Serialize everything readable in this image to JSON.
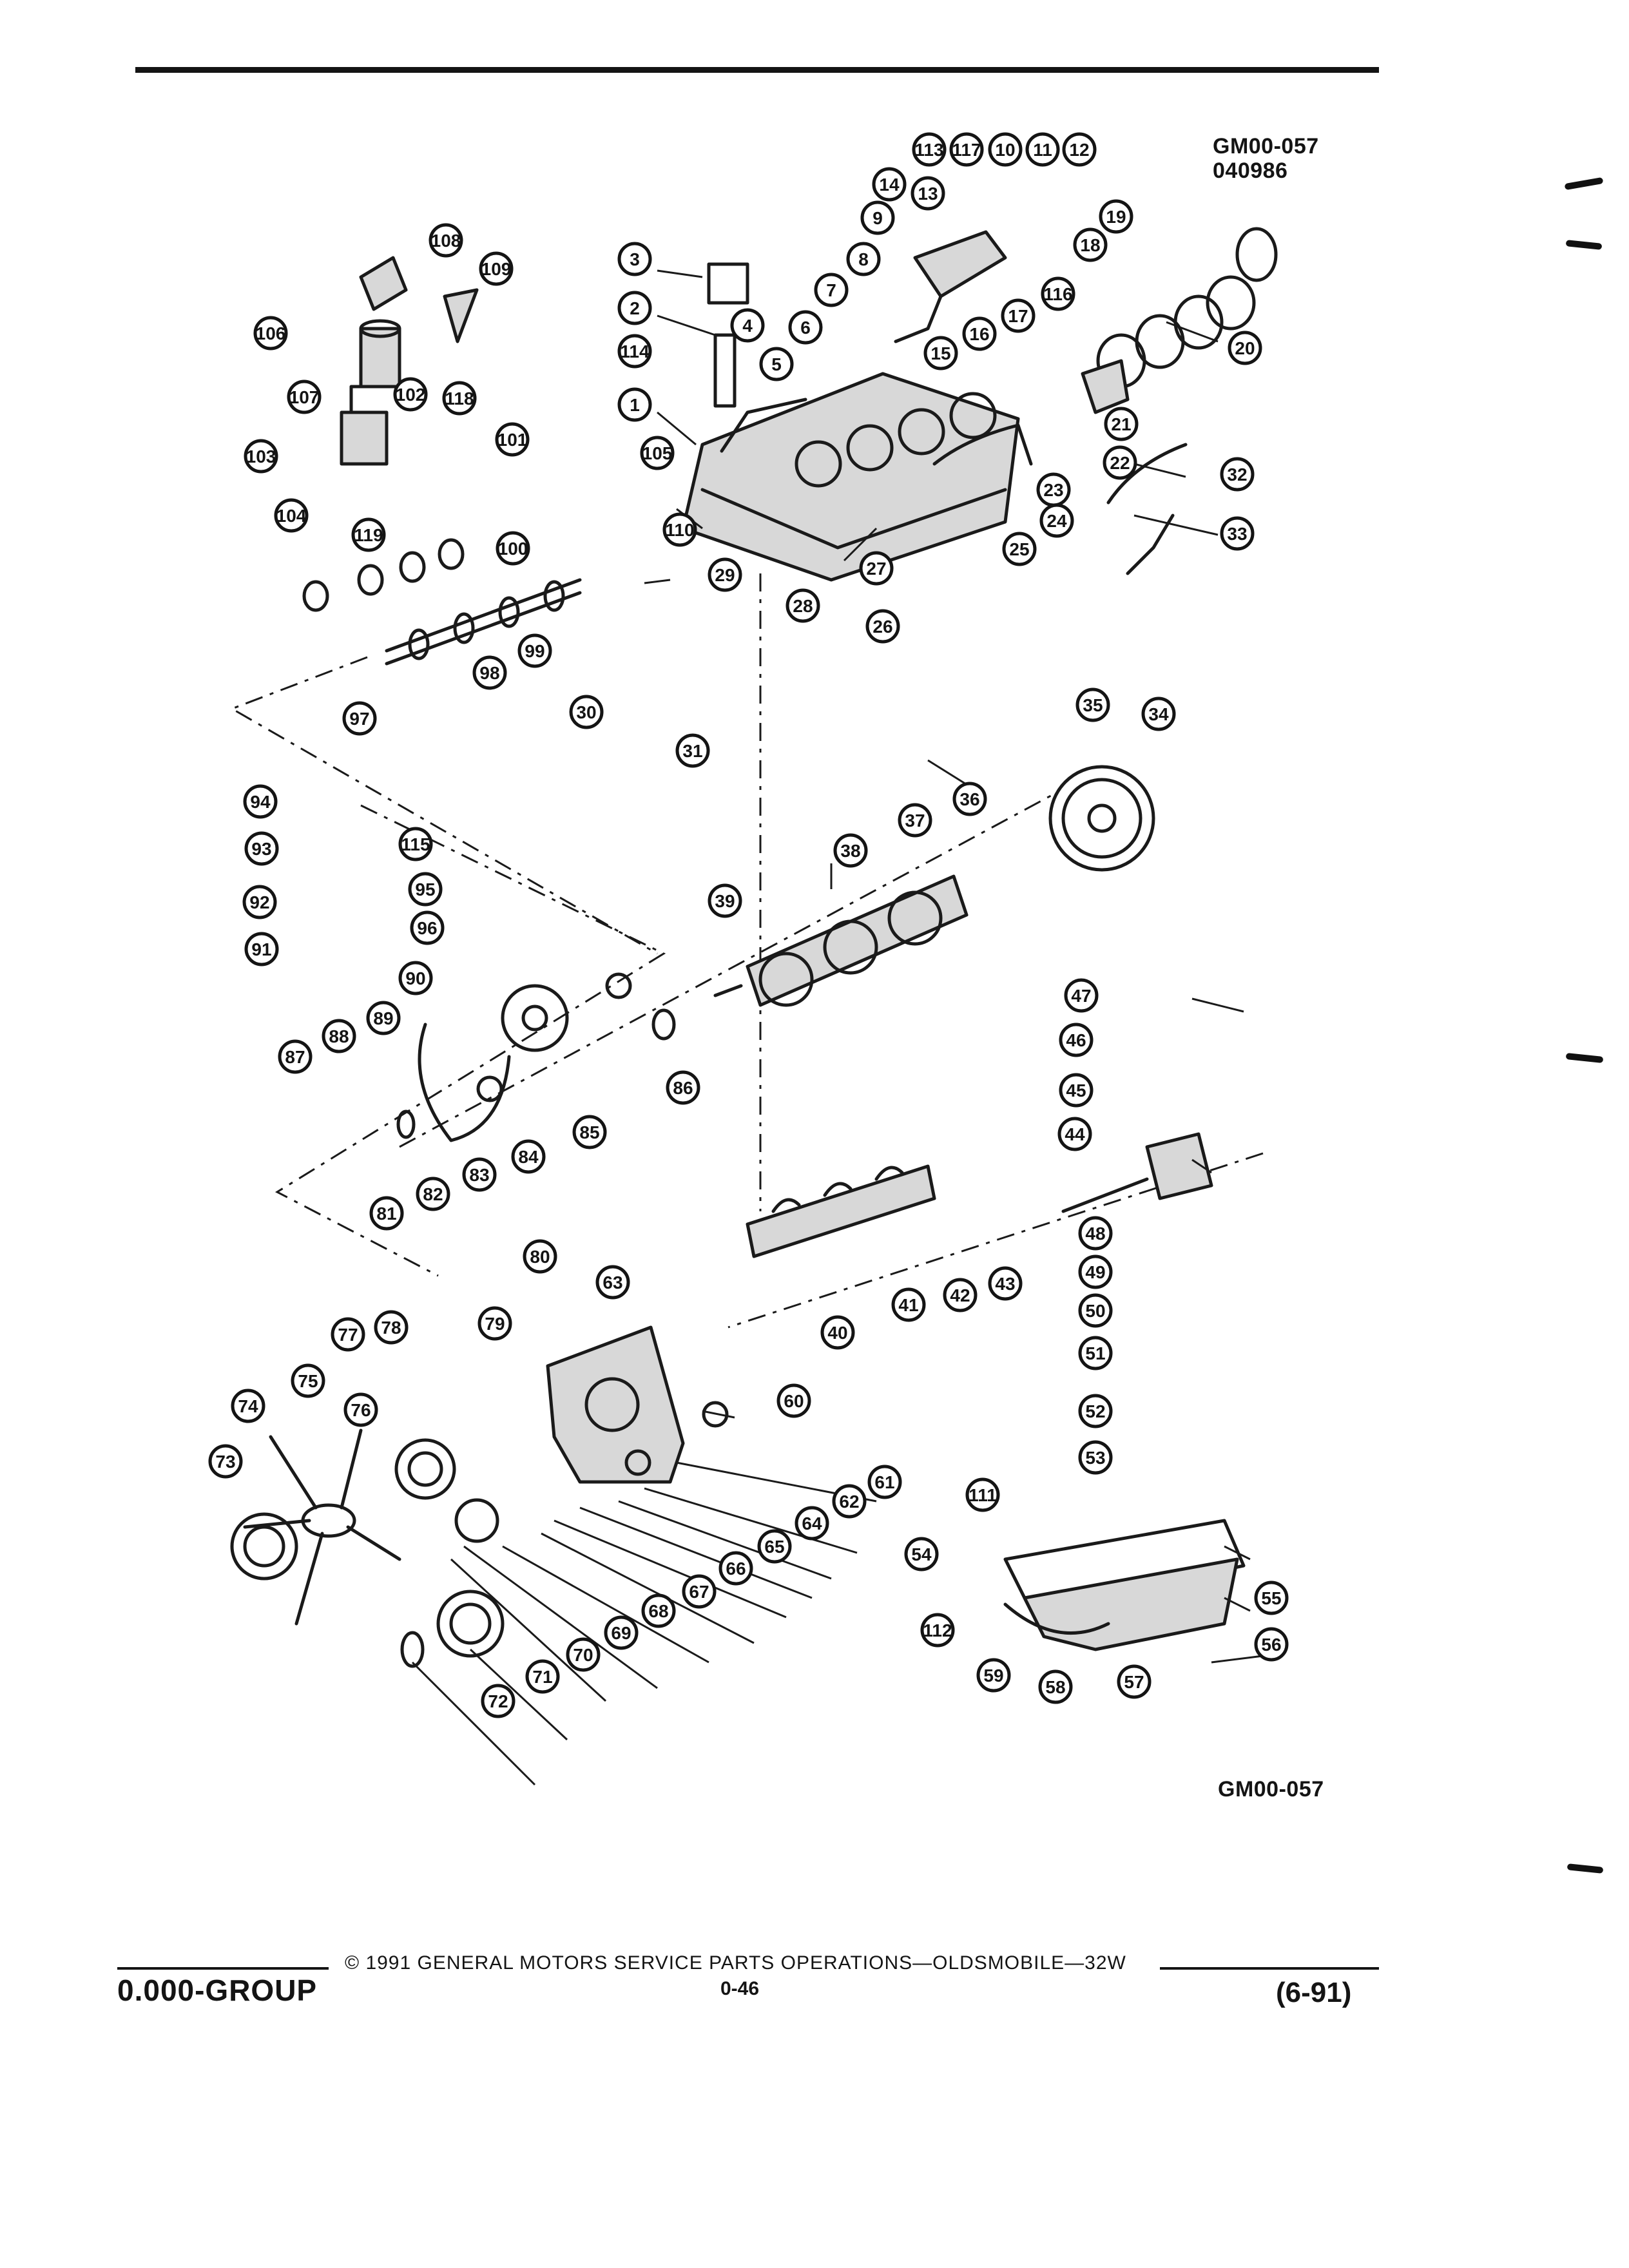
{
  "header": {
    "figure_code": "GM00-057",
    "date_code": "040986"
  },
  "figure": {
    "caption_code": "GM00-057",
    "callouts": [
      "1",
      "2",
      "3",
      "4",
      "5",
      "6",
      "7",
      "8",
      "9",
      "10",
      "11",
      "12",
      "13",
      "14",
      "15",
      "16",
      "17",
      "18",
      "19",
      "20",
      "21",
      "22",
      "23",
      "24",
      "25",
      "26",
      "27",
      "28",
      "29",
      "30",
      "31",
      "32",
      "33",
      "34",
      "35",
      "36",
      "37",
      "38",
      "39",
      "40",
      "41",
      "42",
      "43",
      "44",
      "45",
      "46",
      "47",
      "48",
      "49",
      "50",
      "51",
      "52",
      "53",
      "54",
      "55",
      "56",
      "57",
      "58",
      "59",
      "60",
      "61",
      "62",
      "63",
      "64",
      "65",
      "66",
      "67",
      "68",
      "69",
      "70",
      "71",
      "72",
      "73",
      "74",
      "75",
      "76",
      "77",
      "78",
      "79",
      "80",
      "81",
      "82",
      "83",
      "84",
      "85",
      "86",
      "87",
      "88",
      "89",
      "90",
      "91",
      "92",
      "93",
      "94",
      "95",
      "96",
      "97",
      "98",
      "99",
      "100",
      "101",
      "102",
      "103",
      "104",
      "105",
      "106",
      "107",
      "108",
      "109",
      "110",
      "111",
      "112",
      "113",
      "114",
      "115",
      "116",
      "117",
      "118",
      "119"
    ]
  },
  "footer": {
    "group": "0.000-GROUP",
    "copyright": "© 1991 GENERAL MOTORS SERVICE PARTS OPERATIONS—OLDSMOBILE—32W",
    "page": "0-46",
    "date": "(6-91)"
  }
}
